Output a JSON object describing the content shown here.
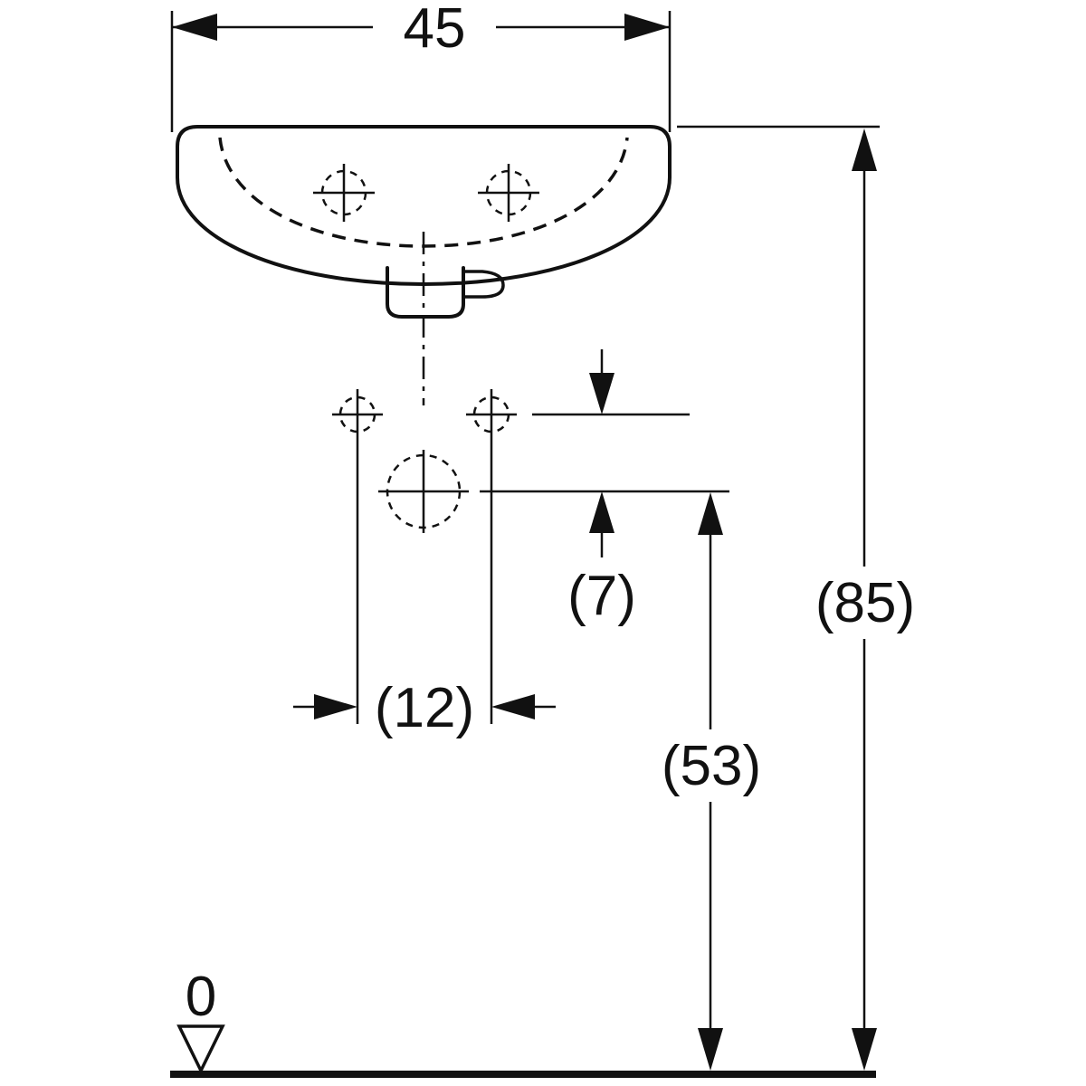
{
  "page": {
    "description": "Washbasin dimensional drawing, front view with fixing holes and height datums",
    "background": "#ffffff"
  },
  "colors": {
    "line": "#111111",
    "background": "#ffffff"
  },
  "labels": {
    "overall_width": "45",
    "tap_hole_drop": "(7)",
    "fixing_hole_spacing": "(12)",
    "outlet_center_height": "(53)",
    "rim_height": "(85)",
    "floor_datum": "0"
  }
}
